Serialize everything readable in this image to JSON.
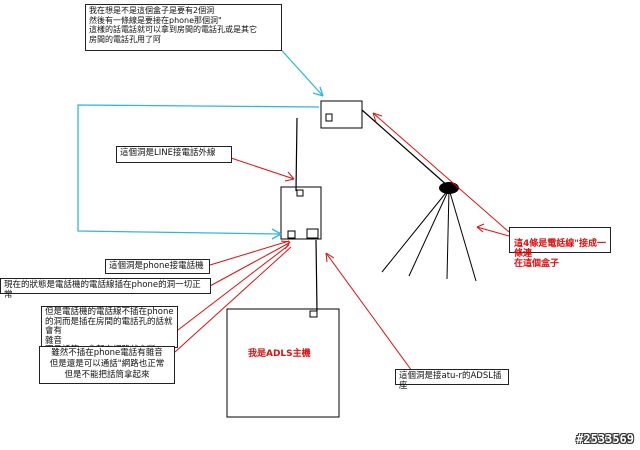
{
  "notes": {
    "top_question": "我在想是不是這個盒子是要有2個洞\n然後有一條線是要接在phone那個洞\"\n這樣的話電話就可以拿到房間的電話孔或是其它\n房間的電話孔用了阿",
    "line_hole": "這個洞是LINE接電話外線",
    "four_wires": "這4條是電話線\"接成一條連\n在這個盒子",
    "phone_hole": "這個洞是phone接電話機",
    "current_status": "現在的狀態是電話機的電話線插在phone的洞一切正常",
    "unplugged_case": "但是電話機的電話線不插在phone\n的洞而是插在房間的電話孔的話就會有\n雜音\n而且話筒一拿起來網路就會斷",
    "no_phone_case": "雖然不插在phone電話有雜音\n但是還是可以通話\"網路也正常\n但是不能把話筒拿起來",
    "adsl_host": "我是ADLS主機",
    "atu_socket": "這個洞是接atu-r的ADSL插座"
  },
  "watermark": "#2533569",
  "colors": {
    "black_line": "#000000",
    "red_line": "#e01010",
    "cyan_line": "#30b8d8"
  }
}
